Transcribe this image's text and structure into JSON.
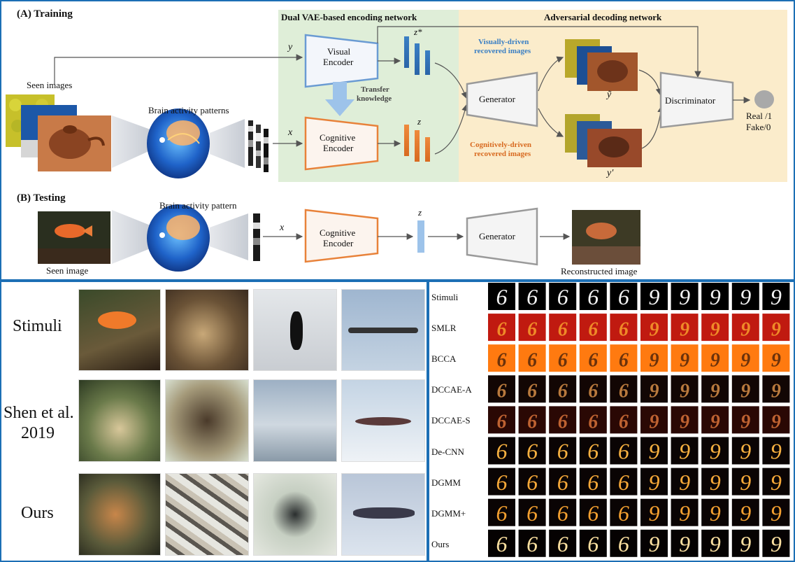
{
  "training": {
    "title": "(A) Training",
    "seen_images": "Seen images",
    "brain_patterns": "Brain activity patterns",
    "dual_vae_title": "Dual VAE-based encoding network",
    "adversarial_title": "Adversarial decoding network",
    "var_y": "y",
    "var_x": "x",
    "var_zstar": "z*",
    "var_z": "z",
    "var_ytilde": "ỹ",
    "var_yprime": "y′",
    "visual_encoder": [
      "Visual",
      "Encoder"
    ],
    "cognitive_encoder": [
      "Cognitive",
      "Encoder"
    ],
    "transfer_knowledge": [
      "Transfer",
      "knowledge"
    ],
    "generator": "Generator",
    "discriminator": "Discriminator",
    "visually_driven": [
      "Visually-driven",
      "recovered images"
    ],
    "cognitively_driven": [
      "Cognitively-driven",
      "recovered images"
    ],
    "real": "Real /1",
    "fake": "Fake/0"
  },
  "testing": {
    "title": "(B) Testing",
    "seen_image": "Seen image",
    "brain_pattern": "Brain activity pattern",
    "var_x": "x",
    "var_z": "z",
    "cognitive_encoder": [
      "Cognitive",
      "Encoder"
    ],
    "generator": "Generator",
    "reconstructed": "Reconstructed image"
  },
  "natural_results": {
    "rows": [
      "Stimuli",
      "Shen et al. 2019",
      "Ours"
    ],
    "row2_lines": [
      "Shen et al.",
      "2019"
    ]
  },
  "digit_results": {
    "rows": [
      "Stimuli",
      "SMLR",
      "BCCA",
      "DCCAE-A",
      "DCCAE-S",
      "De-CNN",
      "DGMM",
      "DGMM+",
      "Ours"
    ],
    "digits": [
      "6",
      "6",
      "6",
      "6",
      "6",
      "9",
      "9",
      "9",
      "9",
      "9"
    ]
  },
  "colors": {
    "frame": "#1c6fb5",
    "green_bg": "#dfeed8",
    "yellow_bg": "#fbeccb",
    "visual_blue": "#4a8ac8",
    "cognitive_orange": "#e8823a",
    "gray_block": "#9a9a9a"
  }
}
